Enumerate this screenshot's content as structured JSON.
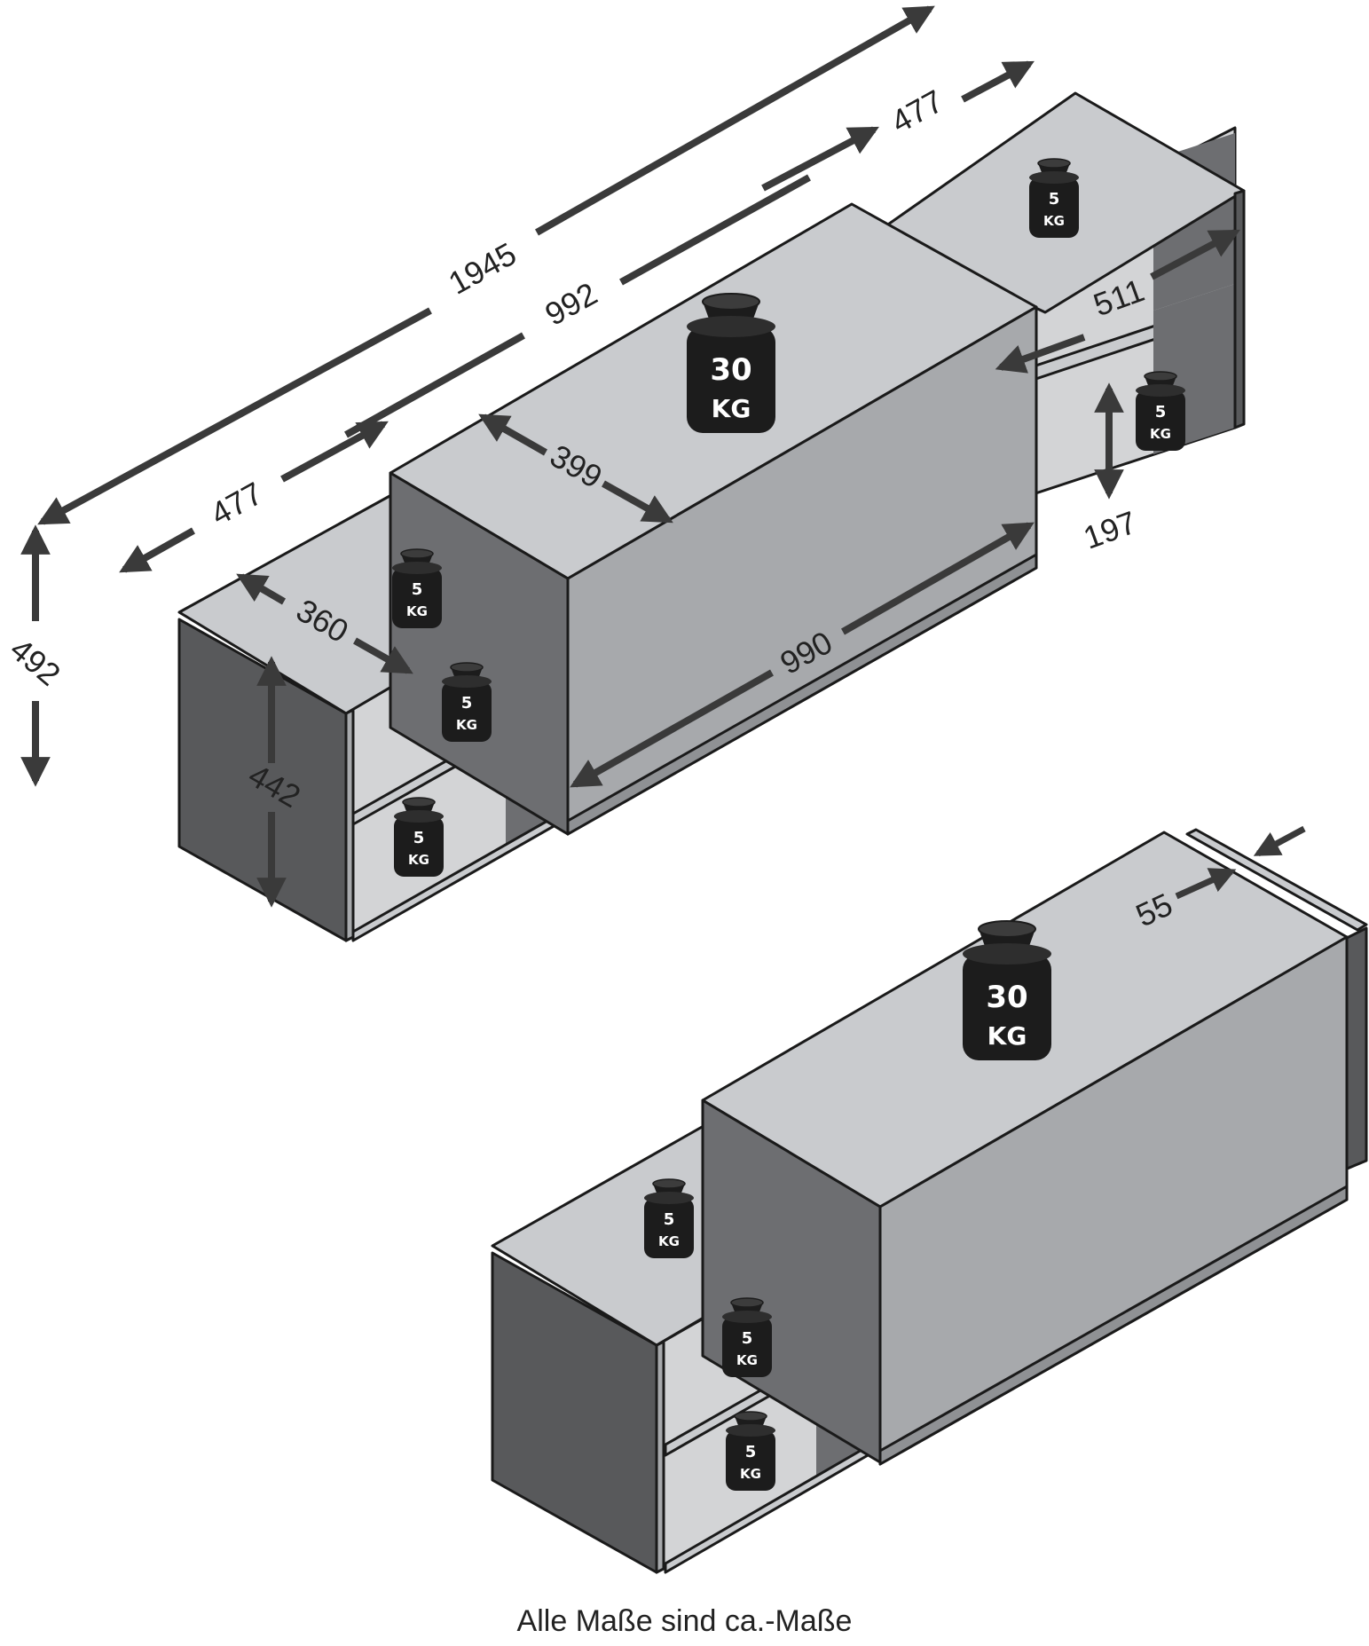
{
  "dimensions": {
    "total_width": "1945",
    "middle_width": "992",
    "side_width_left": "477",
    "side_width_right": "477",
    "height": "492",
    "middle_depth": "399",
    "middle_front": "990",
    "side_depth": "360",
    "side_height": "442",
    "shelf_depth": "511",
    "shelf_height": "197",
    "overhang": "55"
  },
  "weights": {
    "big_value": "30",
    "small_value": "5",
    "unit": "KG"
  },
  "caption": "Alle Maße sind ca.-Maße",
  "colors": {
    "top": "#c9cbce",
    "front": "#a7a9ac",
    "side": "#58595b",
    "inner": "#d3d4d6",
    "outline": "#1a1a1a",
    "arrow": "#3a3a3a",
    "weight": "#1c1c1c"
  }
}
